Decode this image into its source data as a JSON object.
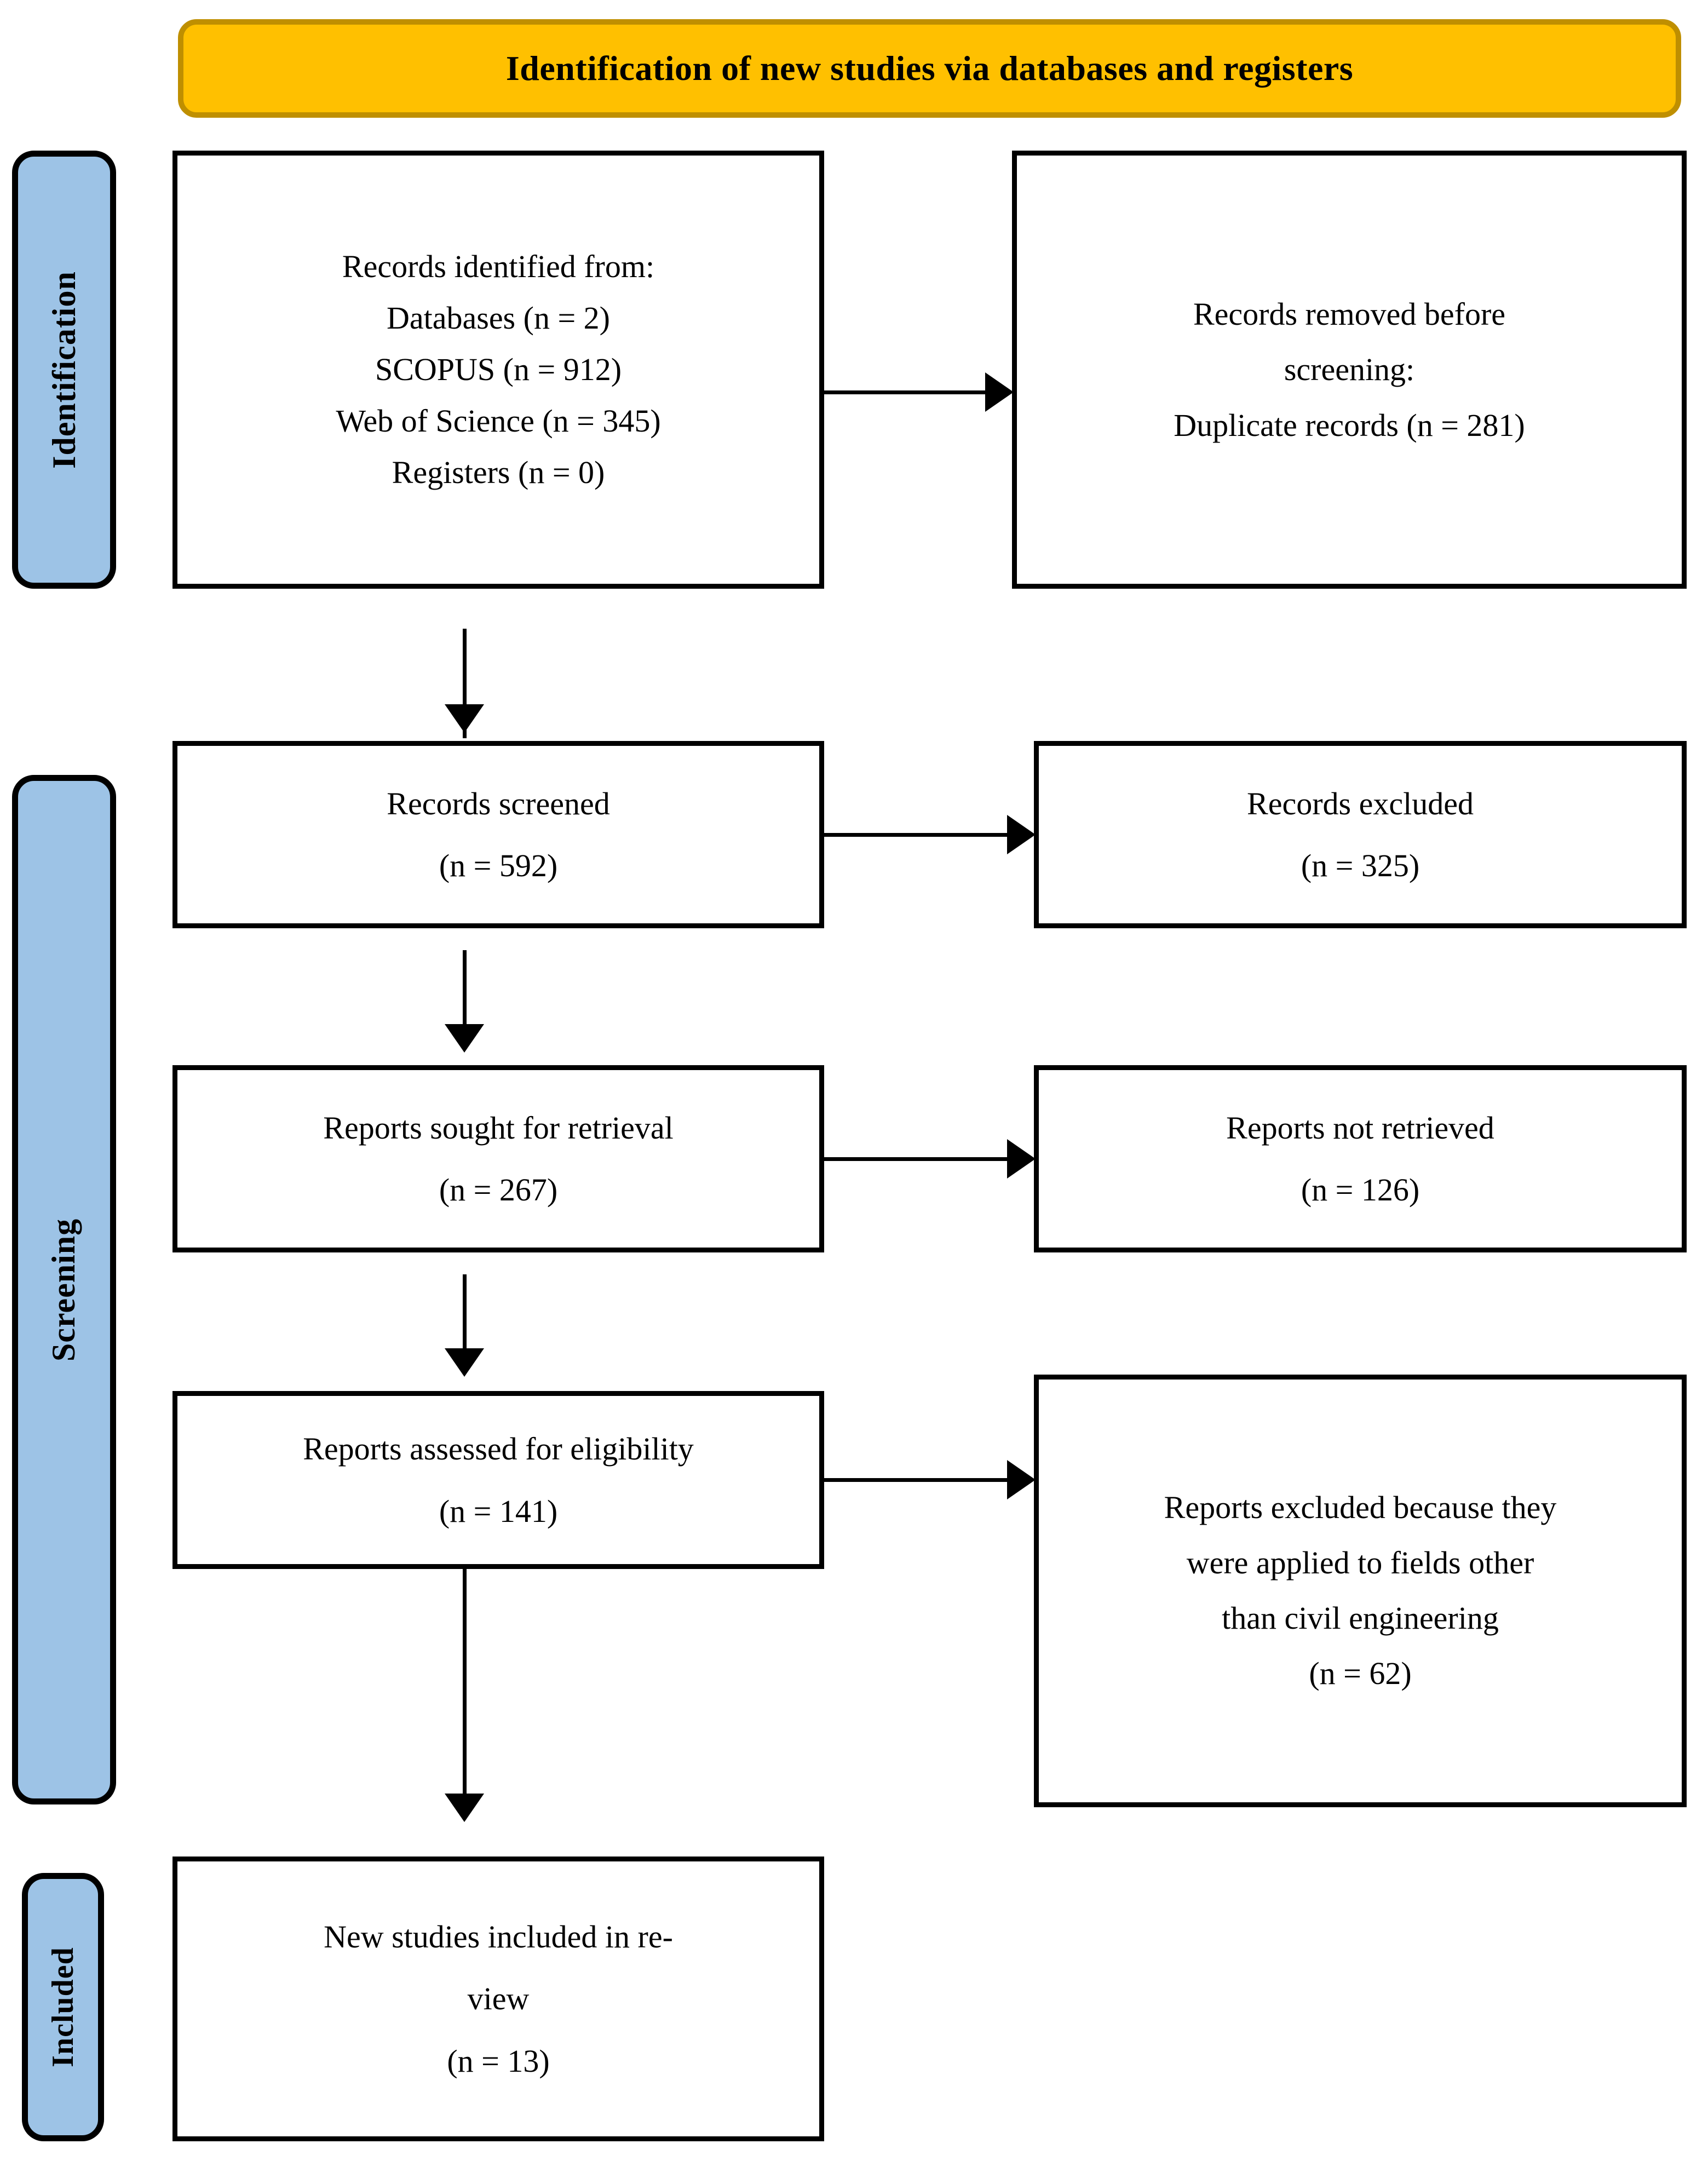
{
  "banner": {
    "title": "Identification of new studies via databases and registers",
    "fill_color": "#FFC000",
    "border_color": "#BF8F00"
  },
  "stage_tabs": [
    {
      "name": "identification",
      "label": "Identification",
      "fill_color": "#9DC3E6"
    },
    {
      "name": "screening",
      "label": "Screening",
      "fill_color": "#9DC3E6"
    },
    {
      "name": "included",
      "label": "Included",
      "fill_color": "#9DC3E6"
    }
  ],
  "boxes": {
    "identified": {
      "lines": [
        "Records identified from:",
        "Databases (n = 2)",
        "SCOPUS (n = 912)",
        "Web of Science (n = 345)",
        "Registers (n = 0)"
      ]
    },
    "removed": {
      "lines": [
        "Records removed before",
        "screening:",
        "Duplicate records (n = 281)"
      ]
    },
    "screened": {
      "lines": [
        "Records screened",
        "(n = 592)"
      ]
    },
    "records_excluded": {
      "lines": [
        "Records excluded",
        "(n = 325)"
      ]
    },
    "sought": {
      "lines": [
        "Reports sought for retrieval",
        "(n = 267)"
      ]
    },
    "not_retrieved": {
      "lines": [
        "Reports not retrieved",
        "(n = 126)"
      ]
    },
    "assessed": {
      "lines": [
        "Reports assessed for eligibility",
        "(n = 141)"
      ]
    },
    "reports_excluded": {
      "lines": [
        "Reports excluded because they",
        "were applied to fields other",
        "than civil engineering",
        "(n = 62)"
      ]
    },
    "included": {
      "lines": [
        "New studies included in re-",
        "view",
        "(n = 13)"
      ]
    }
  },
  "chart_data": {
    "type": "diagram",
    "title": "Identification of new studies via databases and registers",
    "diagram_kind": "PRISMA-flow-diagram",
    "stages": [
      "Identification",
      "Screening",
      "Included"
    ],
    "nodes": [
      {
        "id": "identified",
        "stage": "Identification",
        "column": "left",
        "label": "Records identified from:",
        "items": [
          {
            "label": "Databases",
            "n": 2
          },
          {
            "label": "SCOPUS",
            "n": 912
          },
          {
            "label": "Web of Science",
            "n": 345
          },
          {
            "label": "Registers",
            "n": 0
          }
        ]
      },
      {
        "id": "removed",
        "stage": "Identification",
        "column": "right",
        "label": "Records removed before screening:",
        "items": [
          {
            "label": "Duplicate records",
            "n": 281
          }
        ]
      },
      {
        "id": "screened",
        "stage": "Screening",
        "column": "left",
        "label": "Records screened",
        "n": 592
      },
      {
        "id": "records_excluded",
        "stage": "Screening",
        "column": "right",
        "label": "Records excluded",
        "n": 325
      },
      {
        "id": "sought",
        "stage": "Screening",
        "column": "left",
        "label": "Reports sought for retrieval",
        "n": 267
      },
      {
        "id": "not_retrieved",
        "stage": "Screening",
        "column": "right",
        "label": "Reports not retrieved",
        "n": 126
      },
      {
        "id": "assessed",
        "stage": "Screening",
        "column": "left",
        "label": "Reports assessed for eligibility",
        "n": 141
      },
      {
        "id": "reports_excluded",
        "stage": "Screening",
        "column": "right",
        "label": "Reports excluded because they were applied to fields other than civil engineering",
        "n": 62
      },
      {
        "id": "included",
        "stage": "Included",
        "column": "left",
        "label": "New studies included in review",
        "n": 13
      }
    ],
    "edges": [
      {
        "from": "identified",
        "to": "removed",
        "direction": "right"
      },
      {
        "from": "identified",
        "to": "screened",
        "direction": "down"
      },
      {
        "from": "screened",
        "to": "records_excluded",
        "direction": "right"
      },
      {
        "from": "screened",
        "to": "sought",
        "direction": "down"
      },
      {
        "from": "sought",
        "to": "not_retrieved",
        "direction": "right"
      },
      {
        "from": "sought",
        "to": "assessed",
        "direction": "down"
      },
      {
        "from": "assessed",
        "to": "reports_excluded",
        "direction": "right"
      },
      {
        "from": "assessed",
        "to": "included",
        "direction": "down"
      }
    ]
  }
}
